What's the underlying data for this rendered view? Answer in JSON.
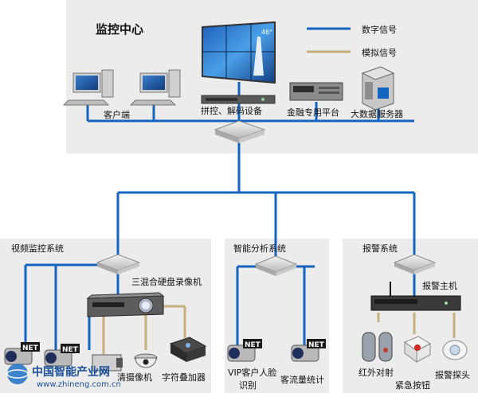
{
  "legend": {
    "digital": "数字信号",
    "analog": "模拟信号",
    "digital_color": "#1565c0",
    "analog_color": "#c8ae7c"
  },
  "center": {
    "title": "监控中心",
    "client": "客户端",
    "splicer": "拼控、解码设备",
    "finance": "金融专用平台",
    "bigdata": "大数据服务器",
    "screen_badge": "46°"
  },
  "video": {
    "title": "视频监控系统",
    "nvr": "三混合硬盘录像机",
    "hd_camera": "清摄像机",
    "overlay": "字符叠加器",
    "net_badge": "NET"
  },
  "analysis": {
    "title": "智能分析系统",
    "face": "VIP客户人脸",
    "face2": "识别",
    "flow": "客流量统计"
  },
  "alarm": {
    "title": "报警系统",
    "host": "报警主机",
    "infrared": "红外对射",
    "emergency": "紧急按钮",
    "detector": "报警探头"
  },
  "watermark": {
    "cn": "中国智能产业网",
    "url": "www.zhineng.com.cn"
  }
}
